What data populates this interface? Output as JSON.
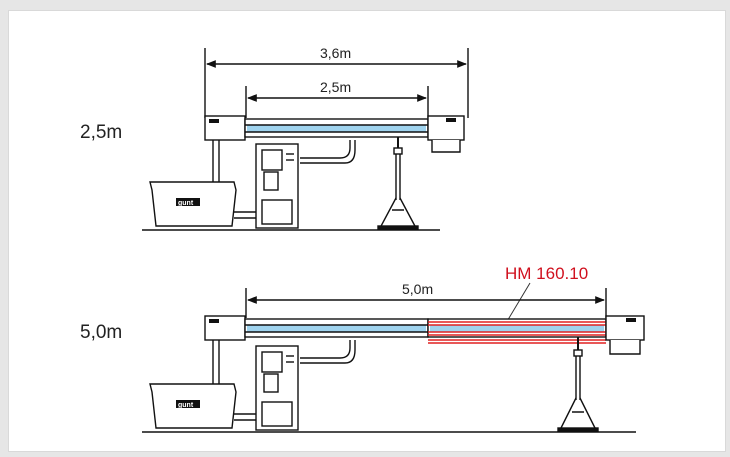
{
  "colors": {
    "background": "#e6e6e6",
    "panel": "#ffffff",
    "line": "#111111",
    "channel_blue": "#9fd3ee",
    "extension_red": "#e02020",
    "label_red": "#d0101e"
  },
  "top_setup": {
    "length_label": "2,5m",
    "overall_dimension": "3,6m",
    "channel_dimension": "2,5m",
    "tank_logo": "gunt"
  },
  "bottom_setup": {
    "length_label": "5,0m",
    "channel_dimension": "5,0m",
    "extension_label": "HM 160.10",
    "tank_logo": "gunt"
  }
}
